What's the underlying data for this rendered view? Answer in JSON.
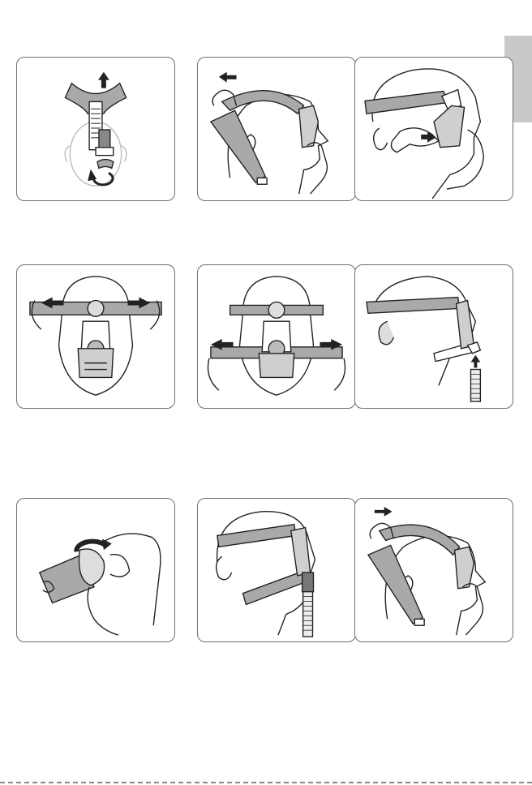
{
  "page": {
    "background": "#ffffff",
    "tab_color": "#c9c9c9",
    "panel_border": "#6f6f6f",
    "strap_color": "#a9a9a9",
    "line_color": "#222222"
  },
  "panels": [
    {
      "id": 1,
      "depicts": "mask-frame-rotate-icon"
    },
    {
      "id": 2,
      "depicts": "headgear-over-head-icon"
    },
    {
      "id": 3,
      "depicts": "mask-cushion-position-icon"
    },
    {
      "id": 4,
      "depicts": "top-strap-adjust-icon"
    },
    {
      "id": 5,
      "depicts": "bottom-strap-adjust-icon"
    },
    {
      "id": 6,
      "depicts": "tube-connect-icon"
    },
    {
      "id": 7,
      "depicts": "elbow-release-icon"
    },
    {
      "id": 8,
      "depicts": "fitted-mask-profile-icon"
    },
    {
      "id": 9,
      "depicts": "headgear-removal-icon"
    }
  ]
}
